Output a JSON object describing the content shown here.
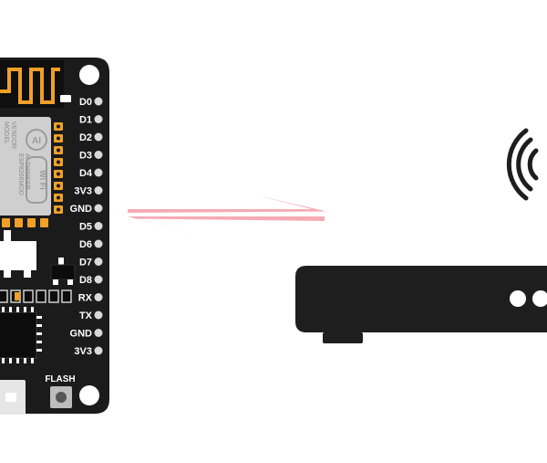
{
  "board": {
    "pins": [
      "D0",
      "D1",
      "D2",
      "D3",
      "D4",
      "3V3",
      "GND",
      "D5",
      "D6",
      "D7",
      "D8",
      "RX",
      "TX",
      "GND",
      "3V3"
    ],
    "button_label": "FLASH",
    "module": {
      "logo": "AI",
      "wifi_text": "Wi Fi",
      "line1": "MODEL",
      "line2": "VENDOR",
      "line3": "ESP8266MOD",
      "line4": "AI-THINKER"
    }
  },
  "colors": {
    "board": "#1b1b1b",
    "antenna": "#f0a028",
    "arrow": "#f5aab4",
    "router": "#1e1e1e",
    "pin": "#d9d9d9",
    "module_shield": "#cfcfcf"
  },
  "icons": {
    "wifi": "wifi-signal-icon",
    "router": "router-icon",
    "arrows": "bidirectional-arrows-icon"
  }
}
